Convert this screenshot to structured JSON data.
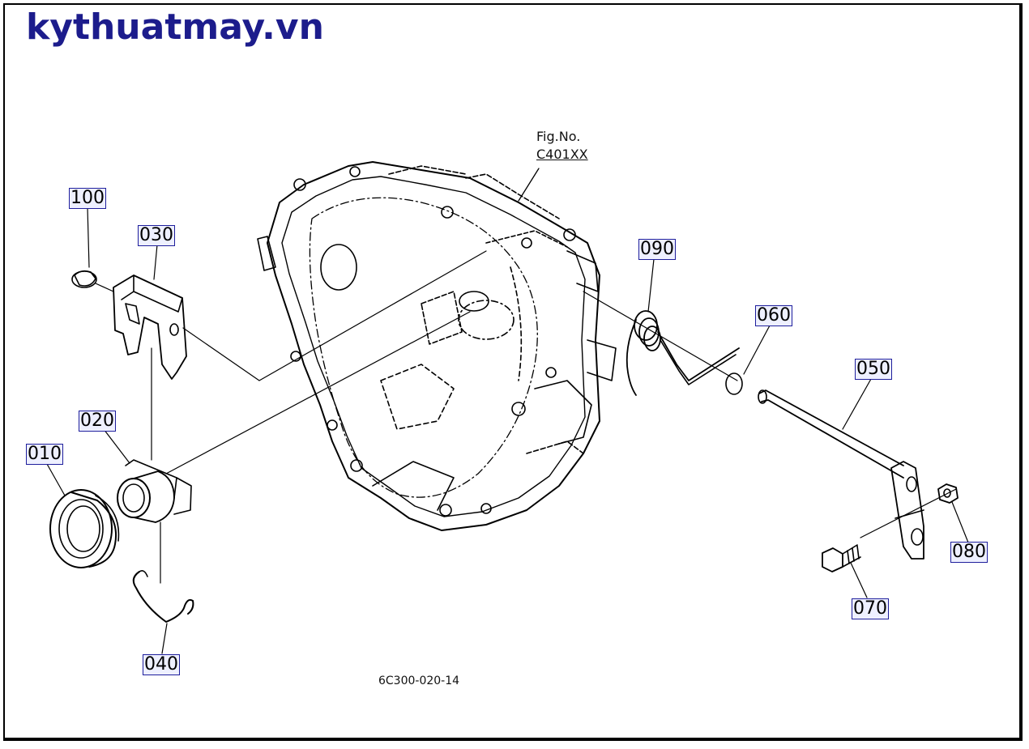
{
  "watermark": "kythuatmay.vn",
  "figure": {
    "label": "Fig.No.",
    "code": "C401XX"
  },
  "drawing_code": "6C300-020-14",
  "callouts": {
    "p010": "010",
    "p020": "020",
    "p030": "030",
    "p040": "040",
    "p050": "050",
    "p060": "060",
    "p070": "070",
    "p080": "080",
    "p090": "090",
    "p100": "100"
  },
  "colors": {
    "watermark": "#1c1c8c",
    "callout_border": "#1e1e9c",
    "callout_fill": "#eef0ff",
    "line": "#000000"
  }
}
